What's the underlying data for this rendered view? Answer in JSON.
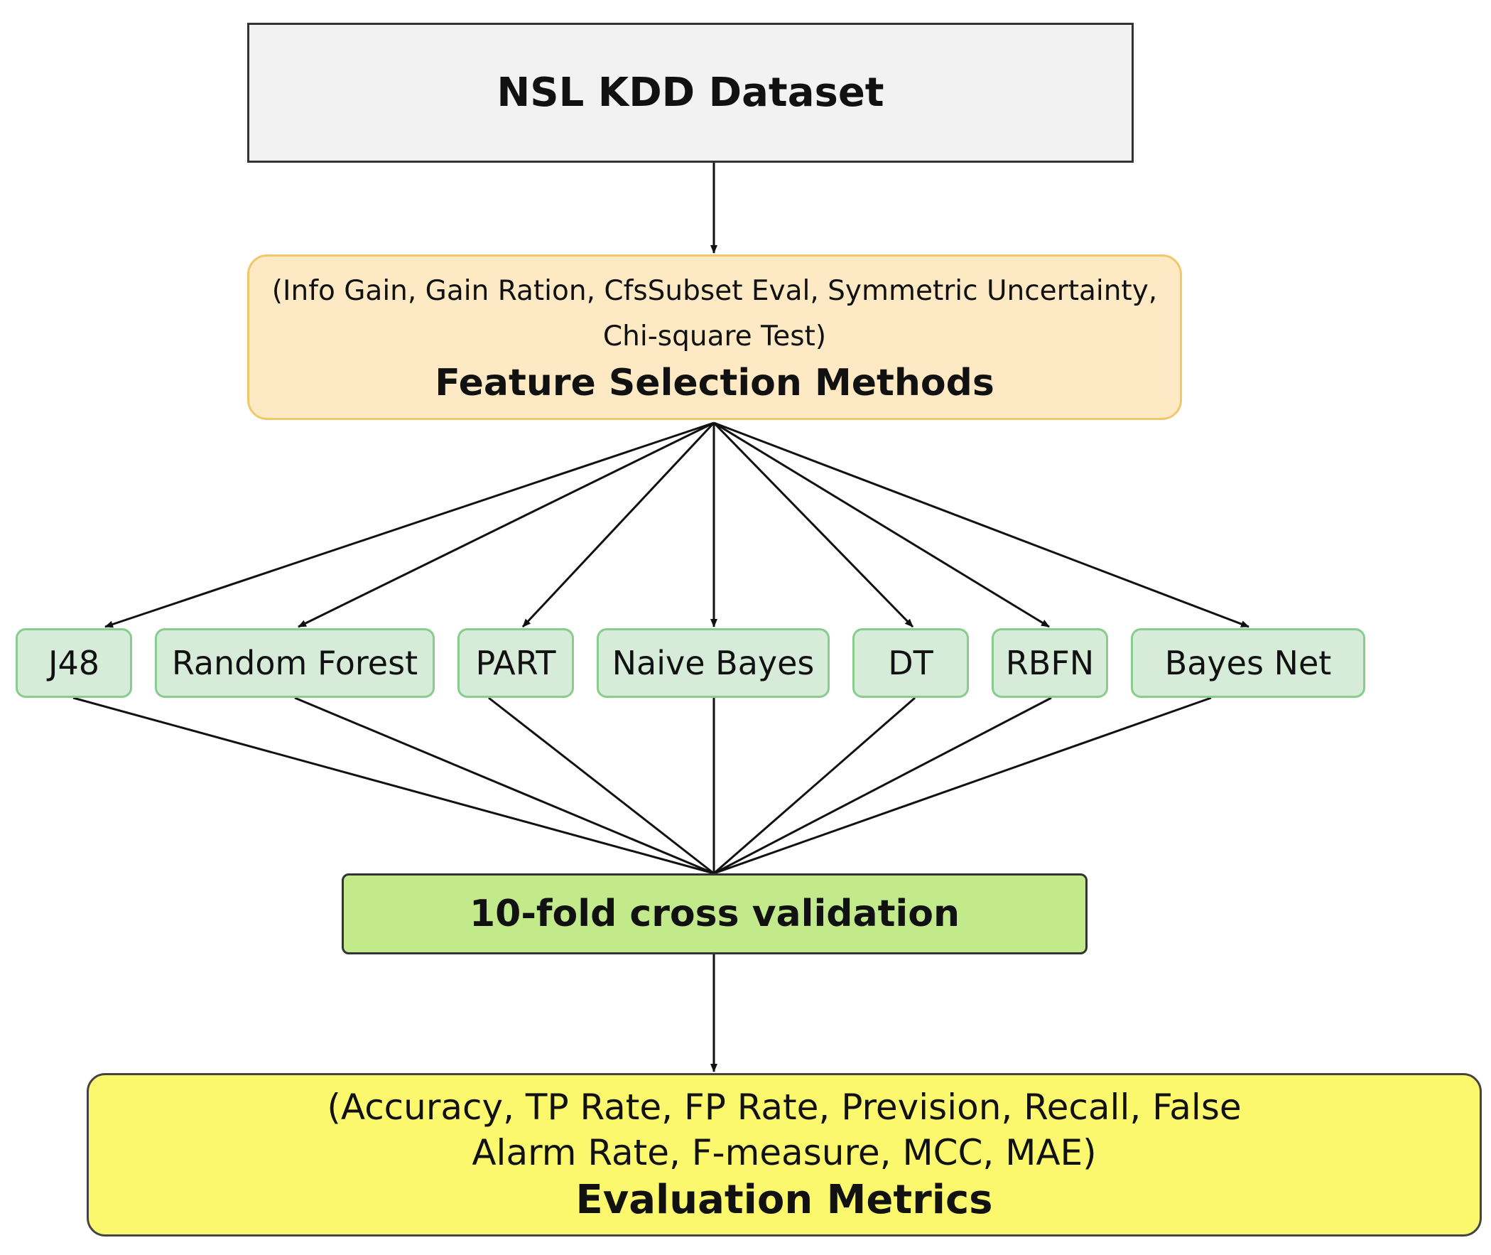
{
  "dataset": {
    "title": "NSL KDD Dataset"
  },
  "feature_selection": {
    "methods": "(Info Gain, Gain Ration, CfsSubset Eval, Symmetric Uncertainty, Chi-square Test)",
    "title": "Feature Selection Methods"
  },
  "classifiers": [
    {
      "label": "J48"
    },
    {
      "label": "Random Forest"
    },
    {
      "label": "PART"
    },
    {
      "label": "Naive Bayes"
    },
    {
      "label": "DT"
    },
    {
      "label": "RBFN"
    },
    {
      "label": "Bayes Net"
    }
  ],
  "cross_validation": {
    "title": "10-fold cross validation"
  },
  "evaluation": {
    "metrics": "(Accuracy, TP Rate, FP Rate, Prevision, Recall, False Alarm Rate, F-measure, MCC, MAE)",
    "title": "Evaluation Metrics"
  },
  "colors": {
    "dataset_fill": "#f2f2f2",
    "feature_fill": "#fde9c4",
    "classifier_fill": "#d6ecd9",
    "cv_fill": "#c2e98a",
    "evaluation_fill": "#fbf86e"
  }
}
